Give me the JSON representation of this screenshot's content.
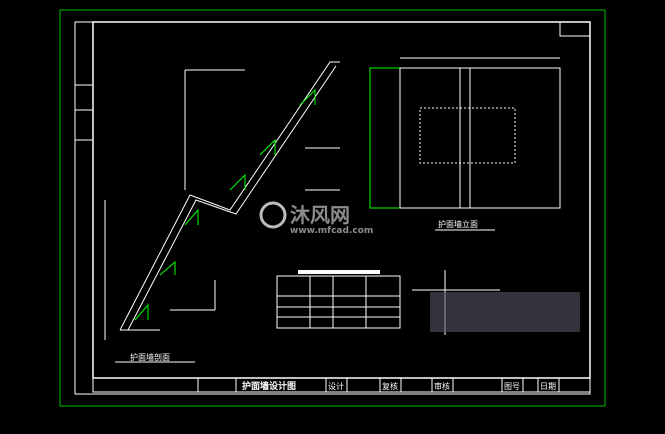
{
  "title_block": {
    "drawing_title": "护面墙设计图",
    "designed": "设计",
    "checked": "复核",
    "reviewed": "审核",
    "drawing_no": "图号",
    "date": "日期"
  },
  "views": {
    "section_label": "护面墙剖面",
    "elevation_label": "护面墙立面"
  },
  "watermark": {
    "brand": "沐风网",
    "url": "www.mfcad.com"
  },
  "colors": {
    "frame": "#00c000",
    "lines": "#ffffff",
    "hatch": "#00ff00",
    "background": "#000000"
  }
}
